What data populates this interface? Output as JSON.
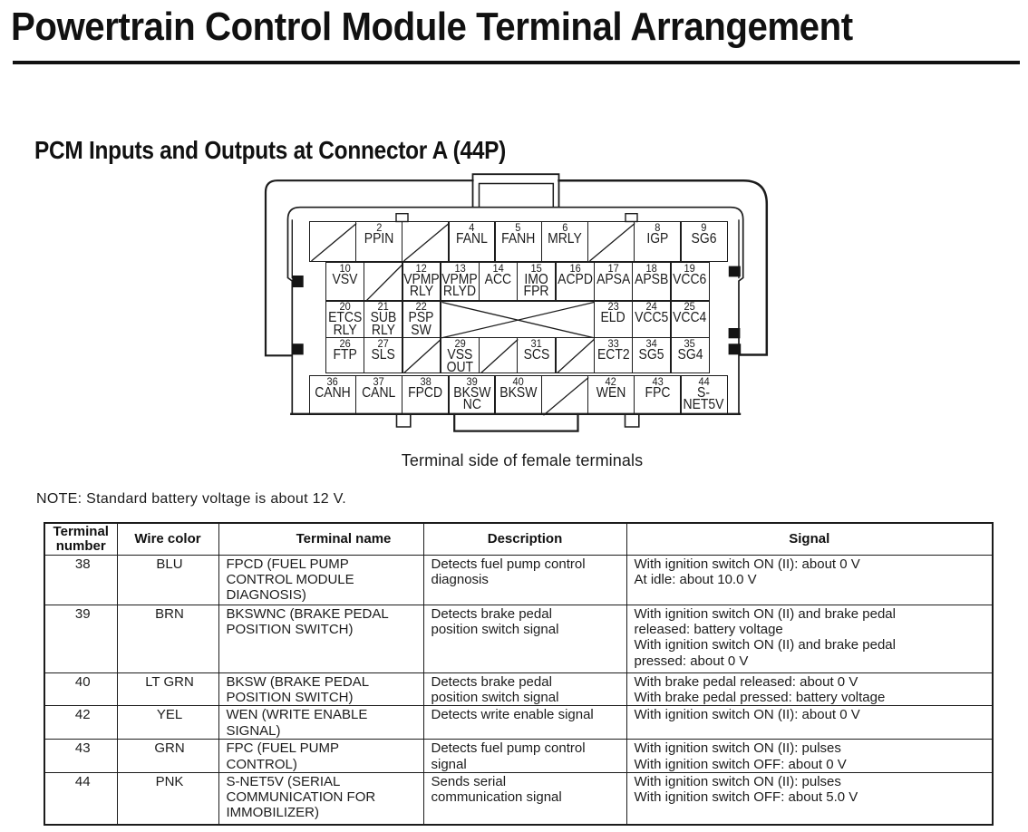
{
  "title": "Powertrain Control Module Terminal Arrangement",
  "section_heading": "PCM Inputs and Outputs at Connector A (44P)",
  "diagram_caption": "Terminal side of female terminals",
  "note": "NOTE: Standard battery voltage is about 12 V.",
  "connector": {
    "rows": [
      {
        "cells": [
          {
            "type": "slash"
          },
          {
            "num": "2",
            "label": "PPIN"
          },
          {
            "type": "slash"
          },
          {
            "num": "4",
            "label": "FANL"
          },
          {
            "num": "5",
            "label": "FANH"
          },
          {
            "num": "6",
            "label": "MRLY"
          },
          {
            "type": "slash"
          },
          {
            "num": "8",
            "label": "IGP"
          },
          {
            "num": "9",
            "label": "SG6"
          }
        ]
      },
      {
        "cells": [
          {
            "num": "10",
            "label": "VSV"
          },
          {
            "type": "slash"
          },
          {
            "num": "12",
            "label": "VPMP\nRLY"
          },
          {
            "num": "13",
            "label": "VPMP\nRLYD"
          },
          {
            "num": "14",
            "label": "ACC"
          },
          {
            "num": "15",
            "label": "IMO\nFPR"
          },
          {
            "num": "16",
            "label": "ACPD"
          },
          {
            "num": "17",
            "label": "APSA"
          },
          {
            "num": "18",
            "label": "APSB"
          },
          {
            "num": "19",
            "label": "VCC6"
          }
        ]
      },
      {
        "cells": [
          {
            "num": "20",
            "label": "ETCS\nRLY"
          },
          {
            "num": "21",
            "label": "SUB\nRLY"
          },
          {
            "num": "22",
            "label": "PSP\nSW"
          },
          {
            "type": "cross",
            "span": 4
          },
          {
            "num": "23",
            "label": "ELD"
          },
          {
            "num": "24",
            "label": "VCC5"
          },
          {
            "num": "25",
            "label": "VCC4"
          }
        ]
      },
      {
        "cells": [
          {
            "num": "26",
            "label": "FTP"
          },
          {
            "num": "27",
            "label": "SLS"
          },
          {
            "type": "slash"
          },
          {
            "num": "29",
            "label": "VSS\nOUT"
          },
          {
            "type": "slash"
          },
          {
            "num": "31",
            "label": "SCS"
          },
          {
            "type": "slash"
          },
          {
            "num": "33",
            "label": "ECT2"
          },
          {
            "num": "34",
            "label": "SG5"
          },
          {
            "num": "35",
            "label": "SG4"
          }
        ]
      },
      {
        "cells": [
          {
            "num": "36",
            "label": "CANH"
          },
          {
            "num": "37",
            "label": "CANL"
          },
          {
            "num": "38",
            "label": "FPCD"
          },
          {
            "num": "39",
            "label": "BKSW\nNC"
          },
          {
            "num": "40",
            "label": "BKSW"
          },
          {
            "type": "slash"
          },
          {
            "num": "42",
            "label": "WEN"
          },
          {
            "num": "43",
            "label": "FPC"
          },
          {
            "num": "44",
            "label": "S-\nNET5V"
          }
        ]
      }
    ]
  },
  "table": {
    "headers": {
      "terminal_number": "Terminal\nnumber",
      "wire_color": "Wire color",
      "terminal_name": "Terminal name",
      "description": "Description",
      "signal": "Signal"
    },
    "rows": [
      {
        "terminal_number": "38",
        "wire_color": "BLU",
        "terminal_name": "FPCD (FUEL PUMP\nCONTROL MODULE\nDIAGNOSIS)",
        "description": "Detects fuel pump control\ndiagnosis",
        "signal": "With ignition switch ON (II): about 0 V\nAt idle: about 10.0 V"
      },
      {
        "terminal_number": "39",
        "wire_color": "BRN",
        "terminal_name": "BKSWNC (BRAKE PEDAL\nPOSITION SWITCH)",
        "description": "Detects brake pedal\nposition switch signal",
        "signal": "With ignition switch ON (II) and brake pedal\nreleased: battery voltage\nWith ignition switch ON (II) and brake pedal\npressed: about 0 V"
      },
      {
        "terminal_number": "40",
        "wire_color": "LT GRN",
        "terminal_name": "BKSW (BRAKE PEDAL\nPOSITION SWITCH)",
        "description": "Detects brake pedal\nposition switch signal",
        "signal": "With brake pedal released: about 0 V\nWith brake pedal pressed: battery voltage"
      },
      {
        "terminal_number": "42",
        "wire_color": "YEL",
        "terminal_name": "WEN (WRITE ENABLE\nSIGNAL)",
        "description": "Detects write enable signal",
        "signal": "With ignition switch ON (II): about 0 V"
      },
      {
        "terminal_number": "43",
        "wire_color": "GRN",
        "terminal_name": "FPC (FUEL PUMP\nCONTROL)",
        "description": "Detects fuel pump control\nsignal",
        "signal": "With ignition switch ON (II): pulses\nWith ignition switch OFF: about 0 V"
      },
      {
        "terminal_number": "44",
        "wire_color": "PNK",
        "terminal_name": "S-NET5V (SERIAL\nCOMMUNICATION FOR\nIMMOBILIZER)",
        "description": "Sends serial\ncommunication signal",
        "signal": "With ignition switch ON (II): pulses\nWith ignition switch OFF: about 5.0 V"
      }
    ]
  }
}
